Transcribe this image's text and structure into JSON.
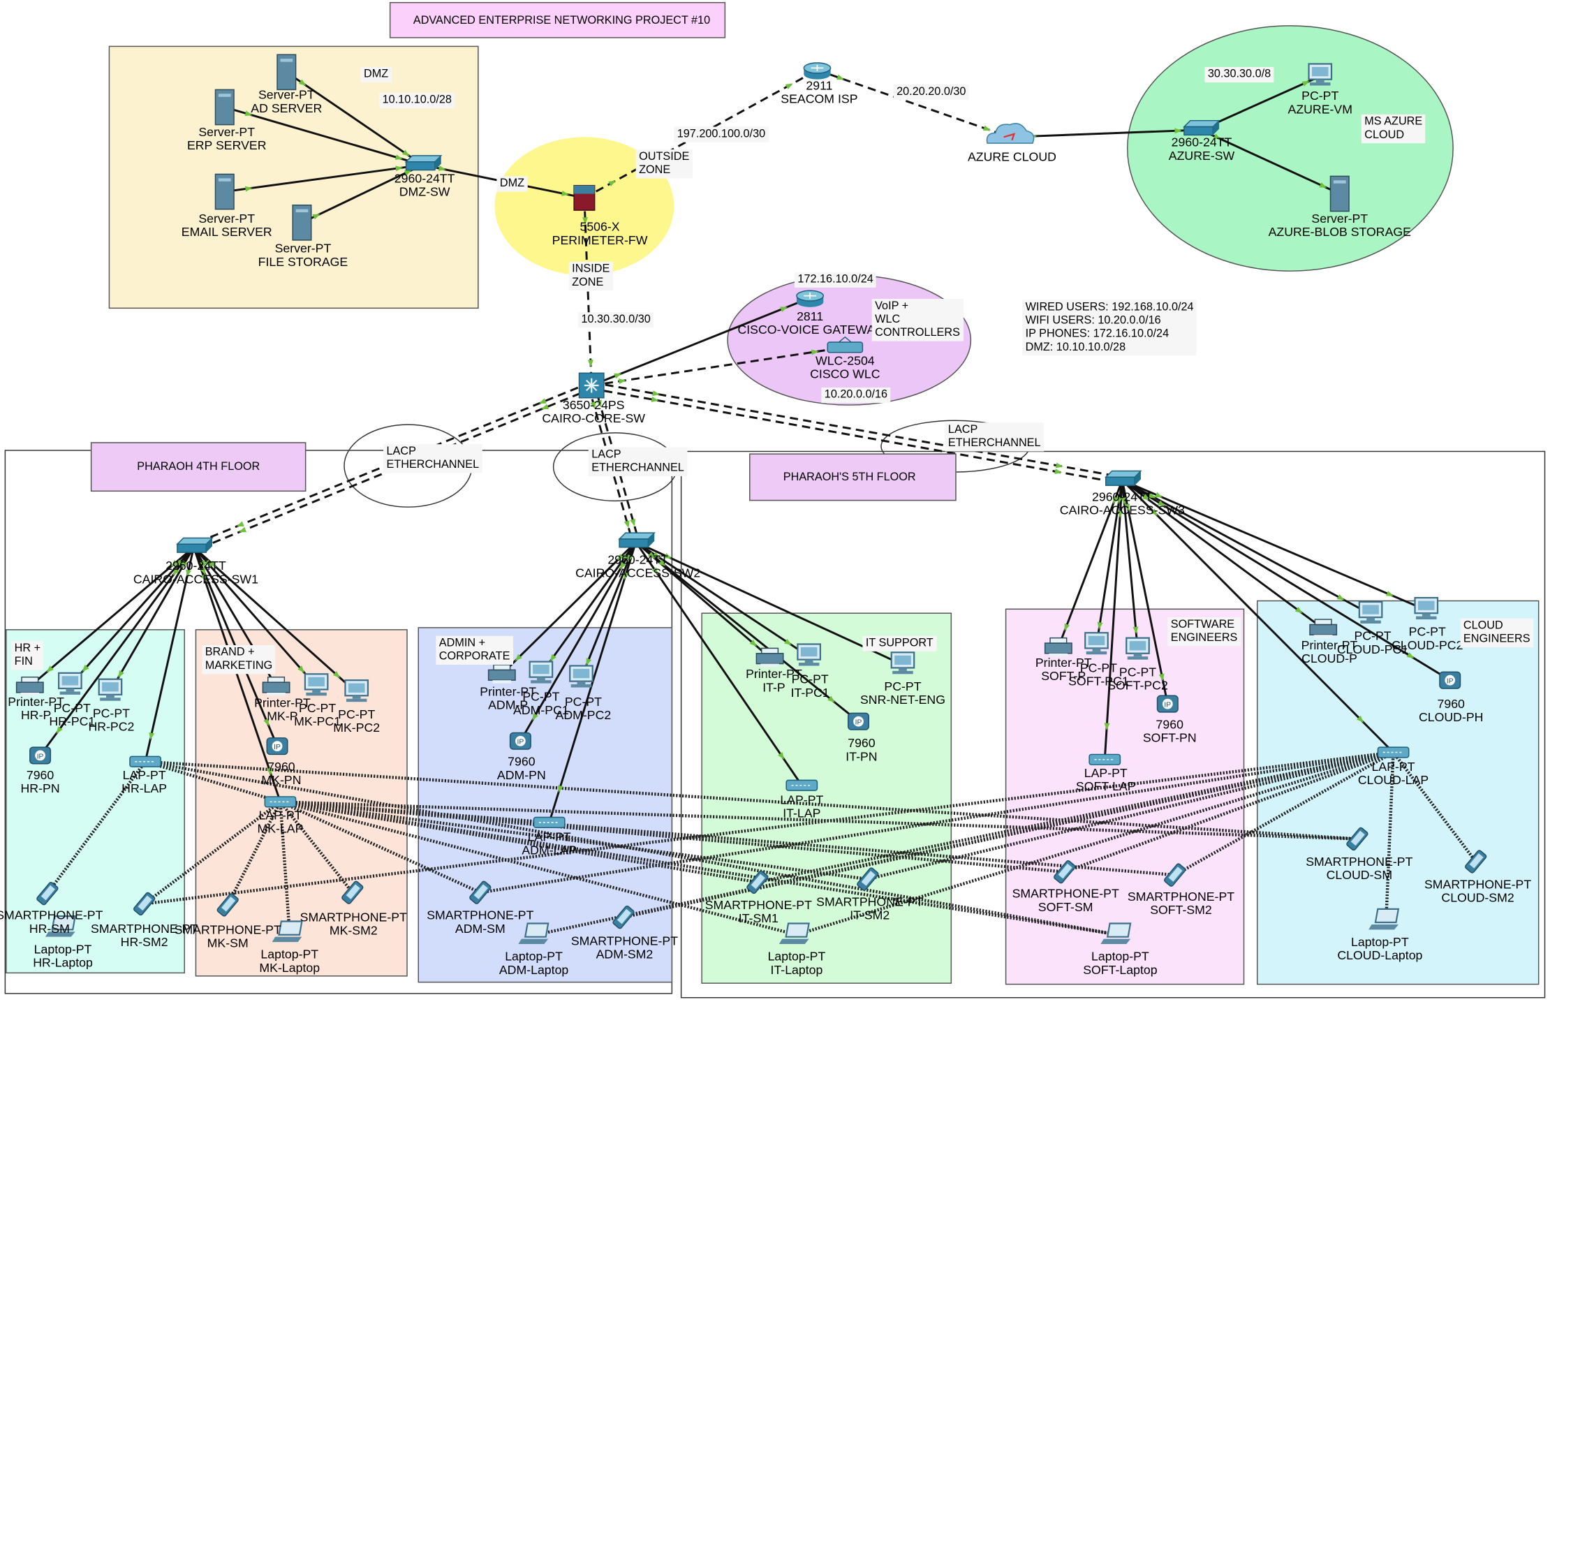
{
  "title": "ADVANCED ENTERPRISE NETWORKING PROJECT #10",
  "floors": {
    "fourth": "PHARAOH 4TH FLOOR",
    "fifth": "PHARAOH'S 5TH FLOOR"
  },
  "zones": {
    "dmz": "DMZ",
    "dmz_net": "10.10.10.0/28",
    "dmz_link": "DMZ",
    "outside": "OUTSIDE\nZONE",
    "inside": "INSIDE\nZONE",
    "voip": "VoIP +\nWLC\nCONTROLLERS",
    "ms_cloud": "MS AZURE\nCLOUD"
  },
  "networks": {
    "isp_fw": "197.200.100.0/30",
    "isp_azure": "20.20.20.0/30",
    "azure_net": "30.30.30.0/8",
    "core_fw": "10.30.30.0/30",
    "voice_net": "172.16.10.0/24",
    "wifi_net": "10.20.0.0/16"
  },
  "addressing": [
    "WIRED USERS: 192.168.10.0/24",
    "WIFI USERS:  10.20.0.0/16",
    "IP PHONES: 172.16.10.0/24",
    "DMZ:  10.10.10.0/28"
  ],
  "lacp": [
    "LACP\nETHERCHANNEL",
    "LACP\nETHERCHANNEL",
    "LACP\nETHERCHANNEL"
  ],
  "departments": {
    "hr": "HR +\nFIN",
    "brand": "BRAND +\nMARKETING",
    "admin": "ADMIN +\nCORPORATE",
    "it": "IT SUPPORT",
    "soft": "SOFTWARE\nENGINEERS",
    "cloud": "CLOUD\nENGINEERS"
  },
  "devices": {
    "ad": "Server-PT\nAD SERVER",
    "erp": "Server-PT\nERP SERVER",
    "email": "Server-PT\nEMAIL SERVER",
    "file": "Server-PT\nFILE STORAGE",
    "dmzsw": "2960-24TT\nDMZ-SW",
    "fw": "5506-X\nPERIMETER-FW",
    "isp": "2911\nSEACOM ISP",
    "azcloud": "AZURE CLOUD",
    "azsw": "2960-24TT\nAZURE-SW",
    "azvm": "PC-PT\nAZURE-VM",
    "azblob": "Server-PT\nAZURE-BLOB STORAGE",
    "vgw": "2811\nCISCO-VOICE GATEWAY",
    "wlc": "WLC-2504\nCISCO WLC",
    "core": "3650-24PS\nCAIRO-CORE-SW",
    "acc1": "2960-24TT\nCAIRO-ACCESS-SW1",
    "acc2": "2960-24TT\nCAIRO-ACCESS-SW2",
    "acc3": "2960-24TT\nCAIRO-ACCESS-SW3",
    "hrp": "Printer-PT\nHR-P",
    "hrpc1": "PC-PT\nHR-PC1",
    "hrpc2": "PC-PT\nHR-PC2",
    "hrpn": "7960\nHR-PN",
    "hrlap": "LAP-PT\nHR-LAP",
    "hrsm": "SMARTPHONE-PT\nHR-SM",
    "hrsm2": "SMARTPHONE-PT\nHR-SM2",
    "hrlaptop": "Laptop-PT\nHR-Laptop",
    "mkp": "Printer-PT\nMK-P",
    "mkpc1": "PC-PT\nMK-PC1",
    "mkpc2": "PC-PT\nMK-PC2",
    "mkpn": "7960\nMK-PN",
    "mklap": "LAP-PT\nMK-LAP",
    "mksm": "SMARTPHONE-PT\nMK-SM",
    "mksm2": "SMARTPHONE-PT\nMK-SM2",
    "mklaptop": "Laptop-PT\nMK-Laptop",
    "admp": "Printer-PT\nADM-P",
    "admpc1": "PC-PT\nADM-PC1",
    "admpc2": "PC-PT\nADM-PC2",
    "admpn": "7960\nADM-PN",
    "admlap": "LAP-PT\nADM-LAP",
    "admsm": "SMARTPHONE-PT\nADM-SM",
    "admsm2": "SMARTPHONE-PT\nADM-SM2",
    "admlaptop": "Laptop-PT\nADM-Laptop",
    "itp": "Printer-PT\nIT-P",
    "itpc1": "PC-PT\nIT-PC1",
    "snr": "PC-PT\nSNR-NET-ENG",
    "itpn": "7960\nIT-PN",
    "itlap": "LAP-PT\nIT-LAP",
    "itsm1": "SMARTPHONE-PT\nIT-SM1",
    "itsm2": "SMARTPHONE-PT\nIT-SM2",
    "itlaptop": "Laptop-PT\nIT-Laptop",
    "softp": "Printer-PT\nSOFT-P",
    "softpc1": "PC-PT\nSOFT-PC1",
    "softpc2": "PC-PT\nSOFT-PC2",
    "softpn": "7960\nSOFT-PN",
    "softlap": "LAP-PT\nSOFT-LAP",
    "softsm": "SMARTPHONE-PT\nSOFT-SM",
    "softsm2": "SMARTPHONE-PT\nSOFT-SM2",
    "softlaptop": "Laptop-PT\nSOFT-Laptop",
    "cloudp": "Printer-PT\nCLOUD-P",
    "cloudpc1": "PC-PT\nCLOUD-PC1",
    "cloudpc2": "PC-PT\nCLOUD-PC2",
    "cloudph": "7960\nCLOUD-PH",
    "cloudlap": "LAP-PT\nCLOUD-LAP",
    "cloudsm": "SMARTPHONE-PT\nCLOUD-SM",
    "cloudsm2": "SMARTPHONE-PT\nCLOUD-SM2",
    "cloudlaptop": "Laptop-PT\nCLOUD-Laptop"
  },
  "icons": {
    "server": "server-icon",
    "switch": "switch-icon",
    "router": "router-icon",
    "firewall": "firewall-icon",
    "cloud": "cloud-icon",
    "pc": "pc-icon",
    "printer": "printer-icon",
    "ipphone": "ip-phone-icon",
    "ap": "access-point-icon",
    "smartphone": "smartphone-icon",
    "laptop": "laptop-icon",
    "wlc": "wlc-icon",
    "multilayer": "multilayer-switch-icon"
  },
  "colors": {
    "dmz_zone": "#fdf2cf",
    "fw_zone": "#fdf78e",
    "azure_zone": "#a9f5c3",
    "voip_zone": "#ecc6f6",
    "hr_zone": "#d6fdf3",
    "brand_zone": "#fde4d9",
    "admin_zone": "#d2dcfb",
    "it_zone": "#d3fbd8",
    "soft_zone": "#fbe3fb",
    "cloud_zone": "#d3f4fb",
    "link_arrow": "#6fc13b"
  }
}
